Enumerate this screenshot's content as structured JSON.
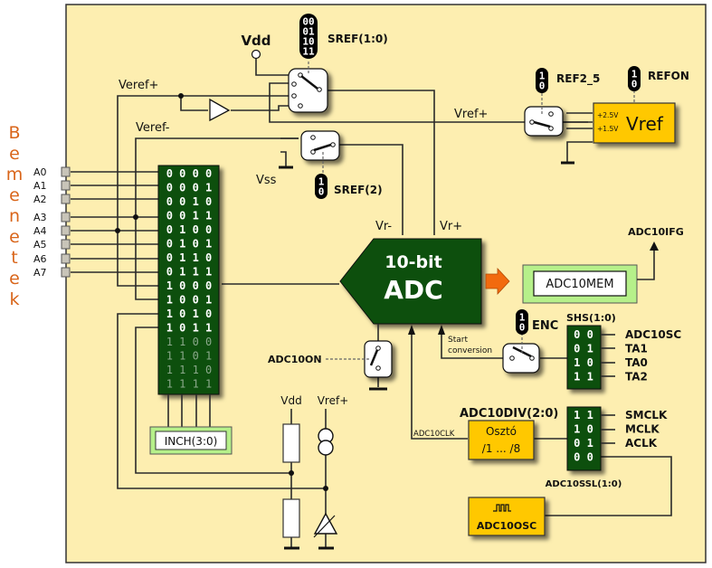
{
  "side_label": "Bemenetek",
  "side_label_color": "#d9651a",
  "inputs": [
    "A0",
    "A1",
    "A2",
    "A3",
    "A4",
    "A5",
    "A6",
    "A7"
  ],
  "labels": {
    "vdd_top": "Vdd",
    "sref10": "SREF(1:0)",
    "sref2": "SREF(2)",
    "veref_plus": "Veref+",
    "veref_minus": "Veref-",
    "vss": "Vss",
    "vref_plus_wire": "Vref+",
    "ref2_5": "REF2_5",
    "refon": "REFON",
    "vref_box": "Vref",
    "vref_25": "+2.5V",
    "vref_15": "+1.5V",
    "vr_minus": "Vr-",
    "vr_plus": "Vr+",
    "adc_line1": "10-bit",
    "adc_line2": "ADC",
    "adc10mem": "ADC10MEM",
    "adc10ifg": "ADC10IFG",
    "enc": "ENC",
    "start_conv_1": "Start",
    "start_conv_2": "conversion",
    "shs": "SHS(1:0)",
    "adc10on": "ADC10ON",
    "adc10div": "ADC10DIV(2:0)",
    "divider_1": "Osztó",
    "divider_2": "/1 ... /8",
    "adc10clk": "ADC10CLK",
    "adc10ssl": "ADC10SSL(1:0)",
    "adc10osc": "ADC10OSC",
    "inch": "INCH(3:0)",
    "vdd_bottom": "Vdd",
    "vref_bottom": "Vref+"
  },
  "sref_codes": [
    "00",
    "01",
    "10",
    "11"
  ],
  "bit_toggle": [
    "1",
    "0"
  ],
  "inch_codes": [
    "0 0 0 0",
    "0 0 0 1",
    "0 0 1 0",
    "0 0 1 1",
    "0 1 0 0",
    "0 1 0 1",
    "0 1 1 0",
    "0 1 1 1",
    "1 0 0 0",
    "1 0 0 1",
    "1 0 1 0",
    "1 0 1 1",
    "1 1 0 0",
    "1 1 0 1",
    "1 1 1 0",
    "1 1 1 1"
  ],
  "shs_codes": [
    "0 0",
    "0 1",
    "1 0",
    "1 1"
  ],
  "shs_sources": [
    "ADC10SC",
    "TA1",
    "TA0",
    "TA2"
  ],
  "ssel_codes": [
    "1 1",
    "1 0",
    "0 1",
    "0 0"
  ],
  "ssel_sources": [
    "SMCLK",
    "MCLK",
    "ACLK"
  ],
  "colors": {
    "panel": "#fdeeb0",
    "dark_green": "#0b500b",
    "light_green": "#b6f08a",
    "amber": "#ffc800",
    "orange_arrow": "#f26a0e"
  }
}
